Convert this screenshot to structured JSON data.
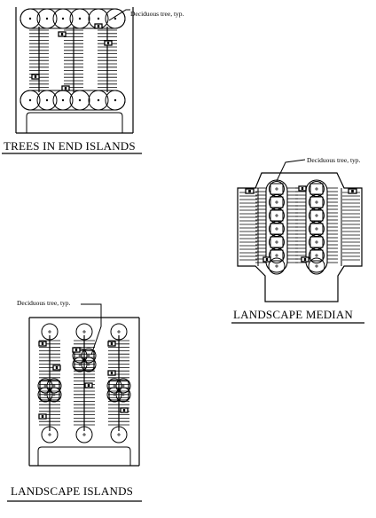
{
  "panels": {
    "end_islands": {
      "title": "TREES IN END ISLANDS",
      "annotation": "Deciduous tree, typ."
    },
    "median": {
      "title": "LANDSCAPE MEDIAN",
      "annotation": "Deciduous tree, typ."
    },
    "islands": {
      "title": "LANDSCAPE ISLANDS",
      "annotation": "Deciduous tree, typ."
    }
  }
}
